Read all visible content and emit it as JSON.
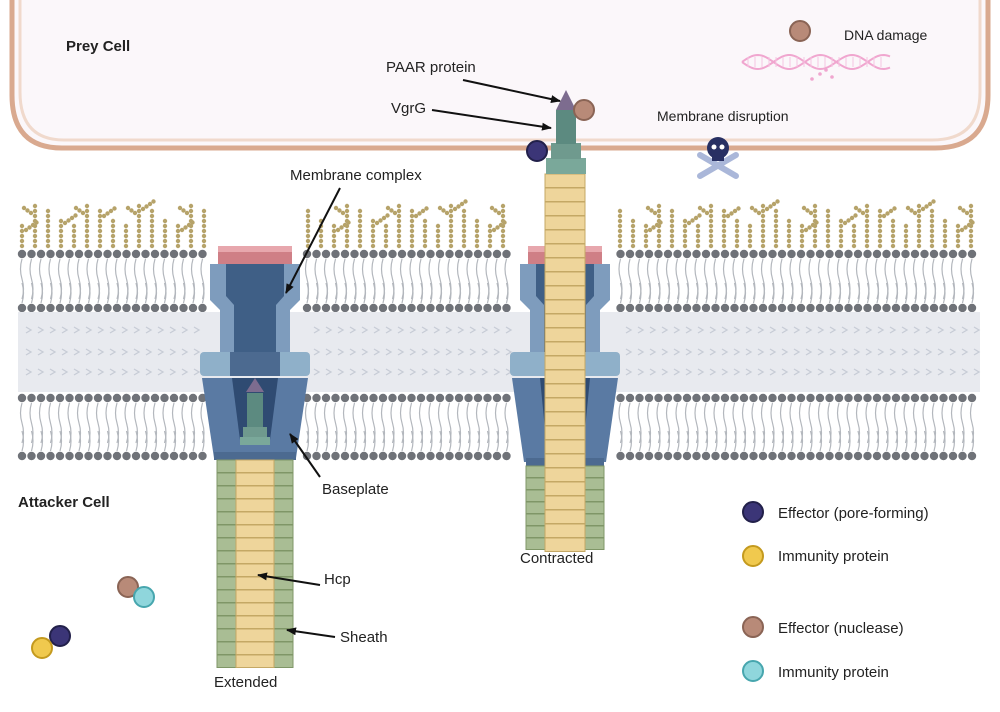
{
  "cells": {
    "prey": "Prey Cell",
    "attacker": "Attacker Cell"
  },
  "labels": {
    "dna_damage": "DNA damage",
    "paar": "PAAR protein",
    "vgrg": "VgrG",
    "membrane_disruption": "Membrane  disruption",
    "membrane_complex": "Membrane complex",
    "baseplate": "Baseplate",
    "hcp": "Hcp",
    "sheath": "Sheath",
    "extended": "Extended",
    "contracted": "Contracted"
  },
  "legend": [
    {
      "label": "Effector (pore-forming)",
      "color": "#3b3577"
    },
    {
      "label": "Immunity protein",
      "color": "#f0c94e"
    },
    {
      "label": "Effector (nuclease)",
      "color": "#b88a78"
    },
    {
      "label": "Immunity protein",
      "color": "#8fd6dc"
    }
  ],
  "colors": {
    "prey_border": "#d9a98f",
    "prey_fill": "#fbf7fa",
    "lipid_head": "#6f7278",
    "sugar": "#b6a36a",
    "complex_dark": "#3f5f86",
    "complex_light": "#7e9cbd",
    "complex_cap": "#cf7f86",
    "tube": "#eed59b",
    "sheath": "#a9bd94",
    "vgrg": "#5c8a80",
    "paar": "#7d6c8f",
    "skull": "#283063",
    "bone": "#aab7d9",
    "dna": "#f0a6cf"
  }
}
